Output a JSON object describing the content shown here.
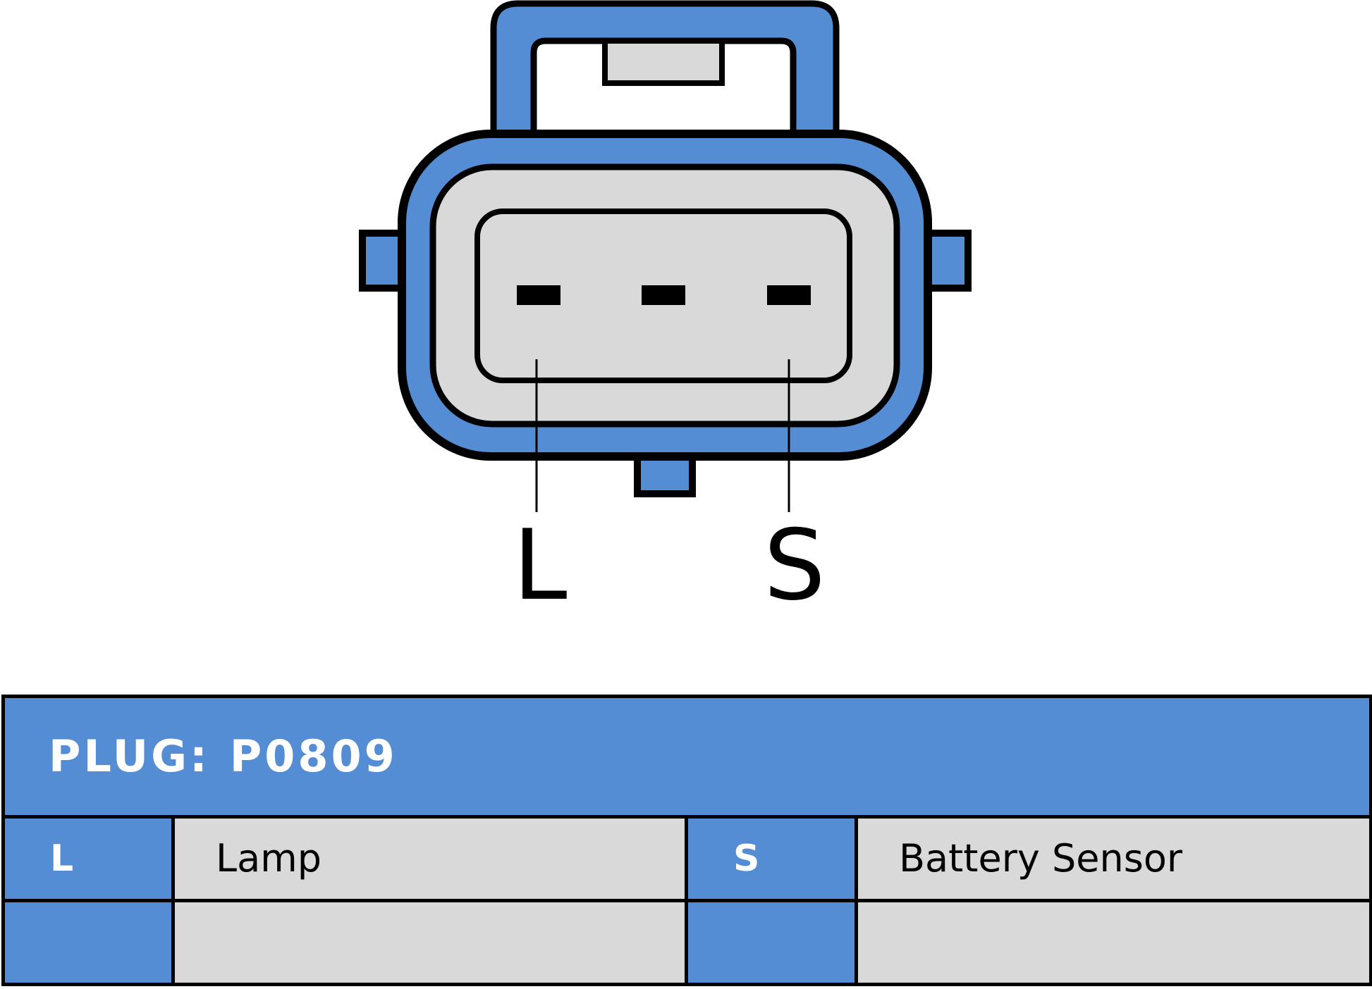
{
  "colors": {
    "connector_blue": "#548dd4",
    "gray_fill": "#d9d9d9",
    "outline": "#000000"
  },
  "pins": [
    {
      "label": "L"
    },
    {
      "label": "S"
    }
  ],
  "table": {
    "title_prefix": "PLUG:",
    "title_value": "P0809",
    "rows": [
      {
        "code_1": "L",
        "desc_1": "Lamp",
        "code_2": "S",
        "desc_2": "Battery Sensor"
      },
      {
        "code_1": "",
        "desc_1": "",
        "code_2": "",
        "desc_2": ""
      }
    ]
  }
}
